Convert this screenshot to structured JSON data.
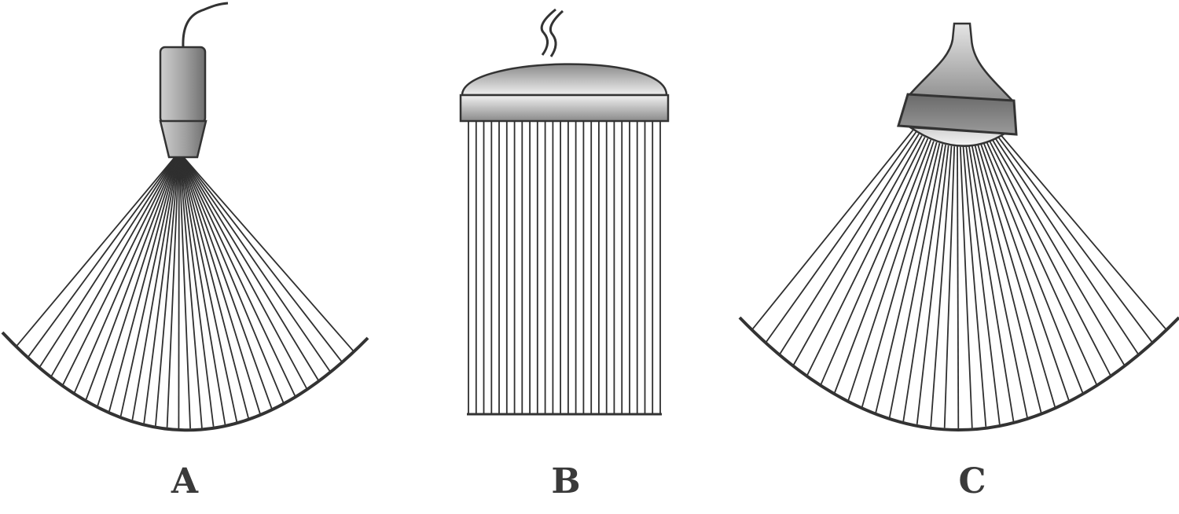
{
  "figure": {
    "panels": [
      {
        "id": "A",
        "label": "A",
        "type": "linear-probe-sector"
      },
      {
        "id": "B",
        "label": "B",
        "type": "flat-linear-array"
      },
      {
        "id": "C",
        "label": "C",
        "type": "curved-convex-array"
      }
    ]
  },
  "colors": {
    "background": "#ffffff",
    "outline": "#333333",
    "beam_line": "#2f2f2f",
    "body_dark": "#6f6f6f",
    "body_light": "#efefef",
    "label": "#3a3a3a"
  },
  "icons": {
    "A": "pencil-probe-icon",
    "B": "linear-array-transducer-icon",
    "C": "convex-array-transducer-icon"
  }
}
